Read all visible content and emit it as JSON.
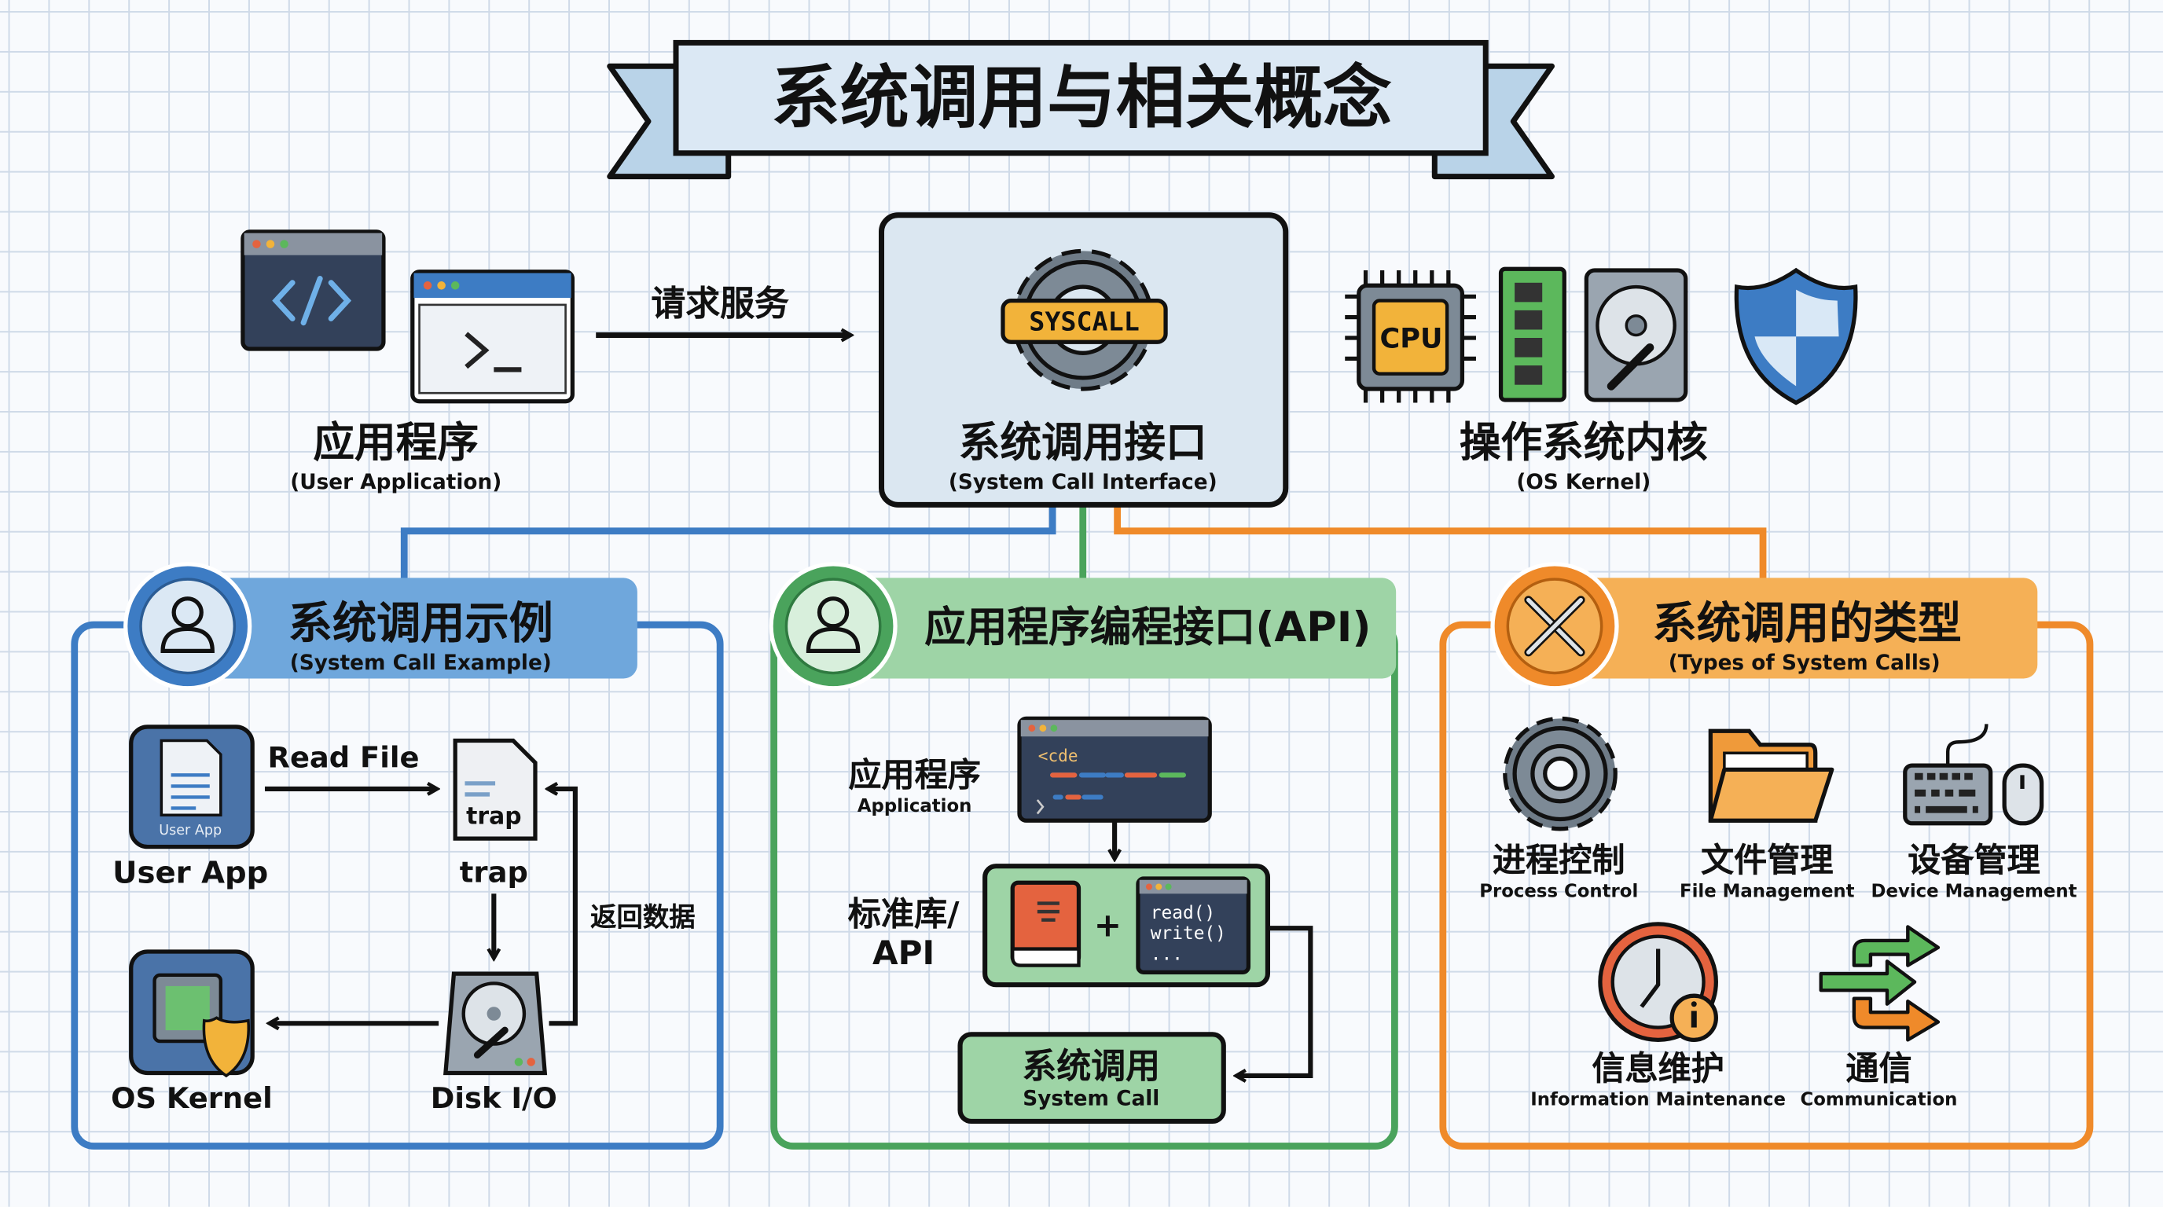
{
  "title": "系统调用与相关概念",
  "top": {
    "app": {
      "label": "应用程序",
      "sub": "(User Application)"
    },
    "request": "请求服务",
    "interface": {
      "badge": "SYSCALL",
      "label": "系统调用接口",
      "sub": "(System Call Interface)"
    },
    "kernel": {
      "cpu": "CPU",
      "label": "操作系统内核",
      "sub": "(OS Kernel)"
    }
  },
  "panel_example": {
    "title": "系统调用示例",
    "sub": "(System Call Example)",
    "user_app_icon": "User App",
    "user_app": "User App",
    "read_file": "Read File",
    "trap_icon": "trap",
    "trap": "trap",
    "return_data": "返回数据",
    "disk": "Disk I/O",
    "kernel": "OS Kernel"
  },
  "panel_api": {
    "title": "应用程序编程接口(API)",
    "app": "应用程序",
    "app_sub": "Application",
    "code": "<cde",
    "lib1": "标准库/",
    "lib2": "API",
    "read": "read()",
    "write": "write()",
    "more": "...",
    "plus": "+",
    "syscall": "系统调用",
    "syscall_sub": "System Call"
  },
  "panel_types": {
    "title": "系统调用的类型",
    "sub": "(Types of System Calls)",
    "items": [
      {
        "label": "进程控制",
        "sub": "Process Control"
      },
      {
        "label": "文件管理",
        "sub": "File Management"
      },
      {
        "label": "设备管理",
        "sub": "Device Management"
      },
      {
        "label": "信息维护",
        "sub": "Information Maintenance"
      },
      {
        "label": "通信",
        "sub": "Communication"
      }
    ]
  },
  "colors": {
    "blue": "#3d7cc4",
    "green": "#4aa35c",
    "orange": "#ef8a2a"
  }
}
